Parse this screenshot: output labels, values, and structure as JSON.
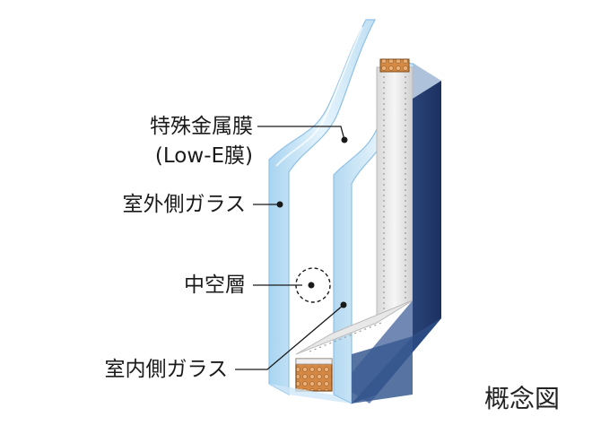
{
  "labels": {
    "lowe_line1": "特殊金属膜",
    "lowe_line2": "(Low-E膜)",
    "outdoor_glass": "室外側ガラス",
    "air_layer": "中空層",
    "indoor_glass": "室内側ガラス"
  },
  "caption": "概念図",
  "colors": {
    "glass_light": "#e3f2fb",
    "glass_mid": "#b9dcf2",
    "glass_edge": "#9cc8e8",
    "frame_dark": "#243a6a",
    "frame_mid": "#3f5f95",
    "spacer": "#eeeeee",
    "desiccant": "#c97d38",
    "text": "#1a1a1a"
  }
}
